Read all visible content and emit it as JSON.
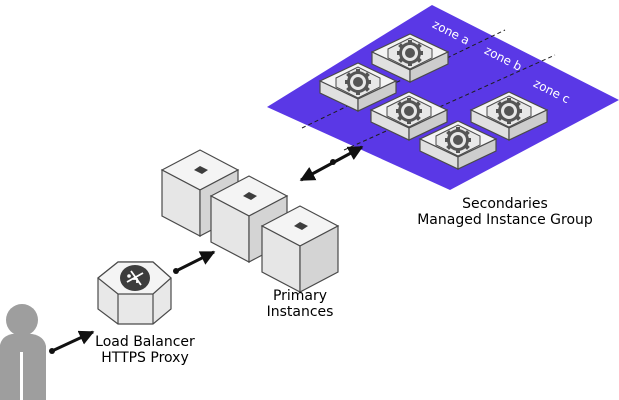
{
  "diagram": {
    "labels": {
      "zone_a": "zone a",
      "zone_b": "zone b",
      "zone_c": "zone c",
      "secondaries_line1": "Secondaries",
      "secondaries_line2": "Managed Instance Group",
      "primary_line1": "Primary",
      "primary_line2": "Instances",
      "lb_line1": "Load Balancer",
      "lb_line2": "HTTPS Proxy"
    },
    "icons": {
      "user": "user-icon",
      "load_balancer": "load-balancer-icon",
      "instance": "server-cube-icon",
      "managed_instance": "gear-instance-icon"
    },
    "colors": {
      "zone_plane": "#5a38e6",
      "zone_text": "#ffffff",
      "cube_face_top": "#f4f4f4",
      "cube_face_left": "#e6e6e6",
      "cube_face_right": "#d4d4d4",
      "outline": "#4a4a4a",
      "user": "#9e9e9e",
      "arrow": "#111111",
      "text": "#000000"
    }
  }
}
